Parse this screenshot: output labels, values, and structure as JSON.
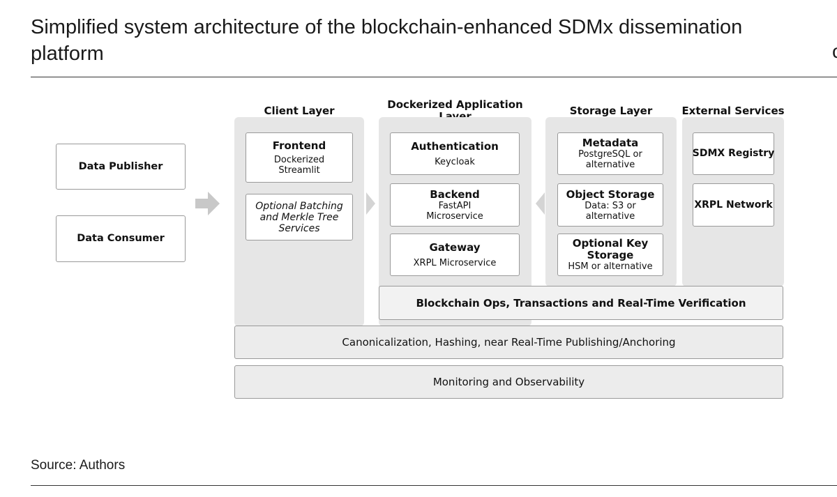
{
  "header": {
    "title": "Simplified system architecture of the blockchain-enhanced SDMx dissemination platform",
    "edge_fragment": "c"
  },
  "diagram": {
    "actors": [
      "Data Publisher",
      "Data Consumer"
    ],
    "layers": {
      "client": {
        "heading": "Client Layer",
        "frontend": {
          "title": "Frontend",
          "sub": "Dockerized Streamlit"
        },
        "batching": "Optional Batching and Merkle Tree Services"
      },
      "app": {
        "heading": "Dockerized Application Layer",
        "auth": {
          "title": "Authentication",
          "sub": "Keycloak"
        },
        "backend": {
          "title": "Backend",
          "sub1": "FastAPI",
          "sub2": "Microservice"
        },
        "gateway": {
          "title": "Gateway",
          "sub": "XRPL Microservice"
        }
      },
      "storage": {
        "heading": "Storage Layer",
        "metadata": {
          "title": "Metadata",
          "sub1": "PostgreSQL or",
          "sub2": "alternative"
        },
        "object": {
          "title": "Object Storage",
          "sub1": "Data: S3 or",
          "sub2": "alternative"
        },
        "key": {
          "title1": "Optional Key",
          "title2": "Storage",
          "sub": "HSM or alternative"
        }
      },
      "external": {
        "heading": "External Services",
        "registry": "SDMX Registry",
        "xrpl": "XRPL Network"
      }
    },
    "bands": {
      "blockchain": "Blockchain Ops, Transactions and Real-Time Verification",
      "canonical": "Canonicalization, Hashing, near Real-Time Publishing/Anchoring",
      "monitoring": "Monitoring and Observability"
    }
  },
  "footer": {
    "source": "Source: Authors"
  }
}
